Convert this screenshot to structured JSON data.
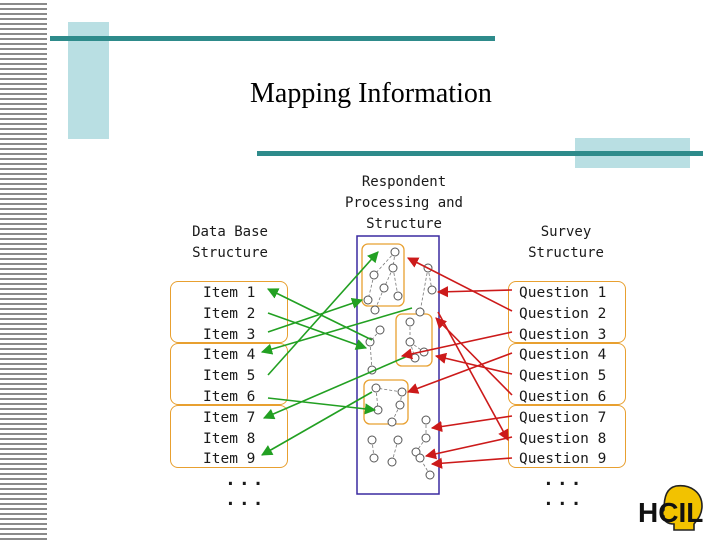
{
  "slide": {
    "title": "Mapping Information",
    "colors": {
      "accent_bar": "#2e8b8b",
      "accent_block": "#b9dfe3",
      "group_outline": "#e8a030",
      "respondent_outline": "#3a2aa0",
      "arrow_green": "#22a022",
      "arrow_red": "#cc1a1a"
    }
  },
  "diagram": {
    "database": {
      "title_line1": "Data Base",
      "title_line2": "Structure",
      "items": [
        "Item 1",
        "Item 2",
        "Item 3",
        "Item 4",
        "Item 5",
        "Item 6",
        "Item 7",
        "Item 8",
        "Item 9"
      ],
      "dots1": "...",
      "dots2": "..."
    },
    "respondent": {
      "title_line1": "Respondent",
      "title_line2": "Processing and",
      "title_line3": "Structure"
    },
    "survey": {
      "title_line1": "Survey",
      "title_line2": "Structure",
      "items": [
        "Question 1",
        "Question 2",
        "Question 3",
        "Question 4",
        "Question 5",
        "Question 6",
        "Question 7",
        "Question 8",
        "Question 9"
      ],
      "dots1": "...",
      "dots2": "..."
    }
  },
  "logo": {
    "text": "HCIL",
    "icon": "head-profile-icon"
  }
}
